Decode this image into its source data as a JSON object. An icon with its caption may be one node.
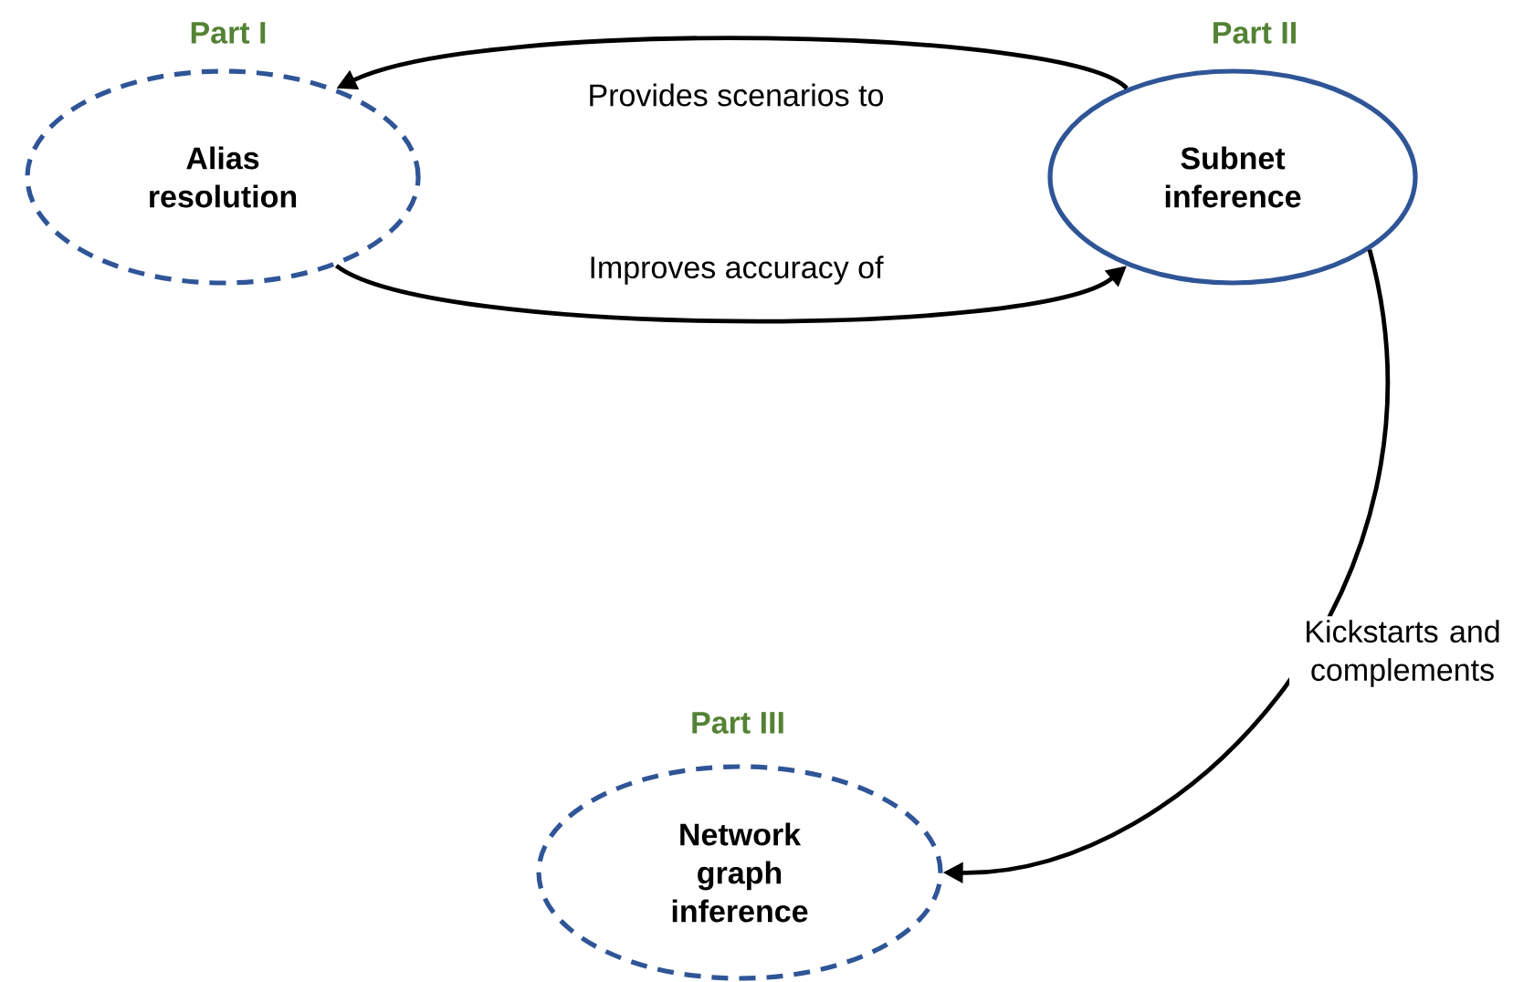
{
  "diagram": {
    "nodes": [
      {
        "text": [
          "Part I",
          "Alias resolution"
        ]
      },
      {
        "text": [
          "Part II",
          "Subnet inference"
        ]
      },
      {
        "text": [
          "Part III",
          "Network graph inference"
        ]
      }
    ],
    "edges": [
      {
        "from": 1,
        "to": 0,
        "arrow": "to",
        "label": "Provides scenarios to"
      },
      {
        "from": 0,
        "to": 1,
        "arrow": "to",
        "label": "Improves accuracy of"
      },
      {
        "from": 1,
        "to": 2,
        "arrow": "to",
        "label": "Kickstarts and complements"
      }
    ]
  }
}
